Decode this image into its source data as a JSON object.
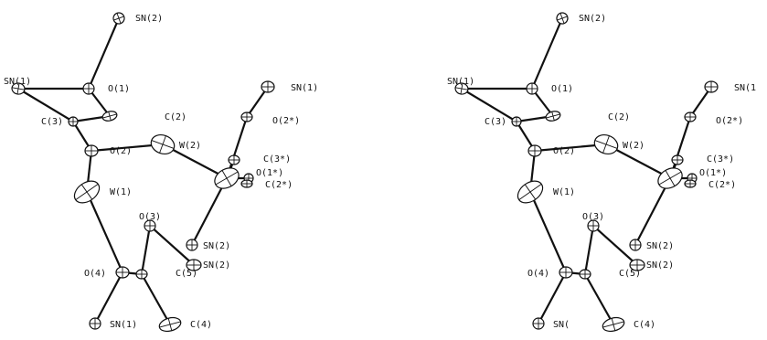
{
  "figure": {
    "type": "stereo pair ORTEP drawing",
    "panels": [
      {
        "id": "left",
        "labels": {
          "sn2_top": "SN(2)",
          "sn1_left": "SN(1)",
          "o1": "O(1)",
          "c3": "C(3)",
          "c2": "C(2)",
          "o2": "O(2)",
          "w2": "W(2)",
          "w1": "W(1)",
          "sn1_right": "SN(1)",
          "o2s": "O(2*)",
          "c3s": "C(3*)",
          "o1s": "O(1*)",
          "c2s": "C(2*)",
          "o3": "O(3)",
          "sn2_mid_a": "SN(2)",
          "sn2_mid_b": "SN(2)",
          "c5": "C(5)",
          "o4": "O(4)",
          "sn1_bottom": "SN(1)",
          "c4": "C(4)"
        }
      },
      {
        "id": "right",
        "labels": {
          "sn2_top": "SN(2)",
          "sn1_left": "SN(1)",
          "o1": "O(1)",
          "c3": "C(3)",
          "c2": "C(2)",
          "o2": "O(2)",
          "w2": "W(2)",
          "w1": "W(1)",
          "sn1_right": "SN(1",
          "o2s": "O(2*)",
          "c3s": "C(3*)",
          "o1s": "O(1*)",
          "c2s": "C(2*)",
          "o3": "O(3)",
          "sn2_mid_a": "SN(2)",
          "sn2_mid_b": "SN(2)",
          "c5": "C(5)",
          "o4": "O(4)",
          "sn1_bottom": "SN(",
          "c4": "C(4)"
        }
      }
    ]
  }
}
